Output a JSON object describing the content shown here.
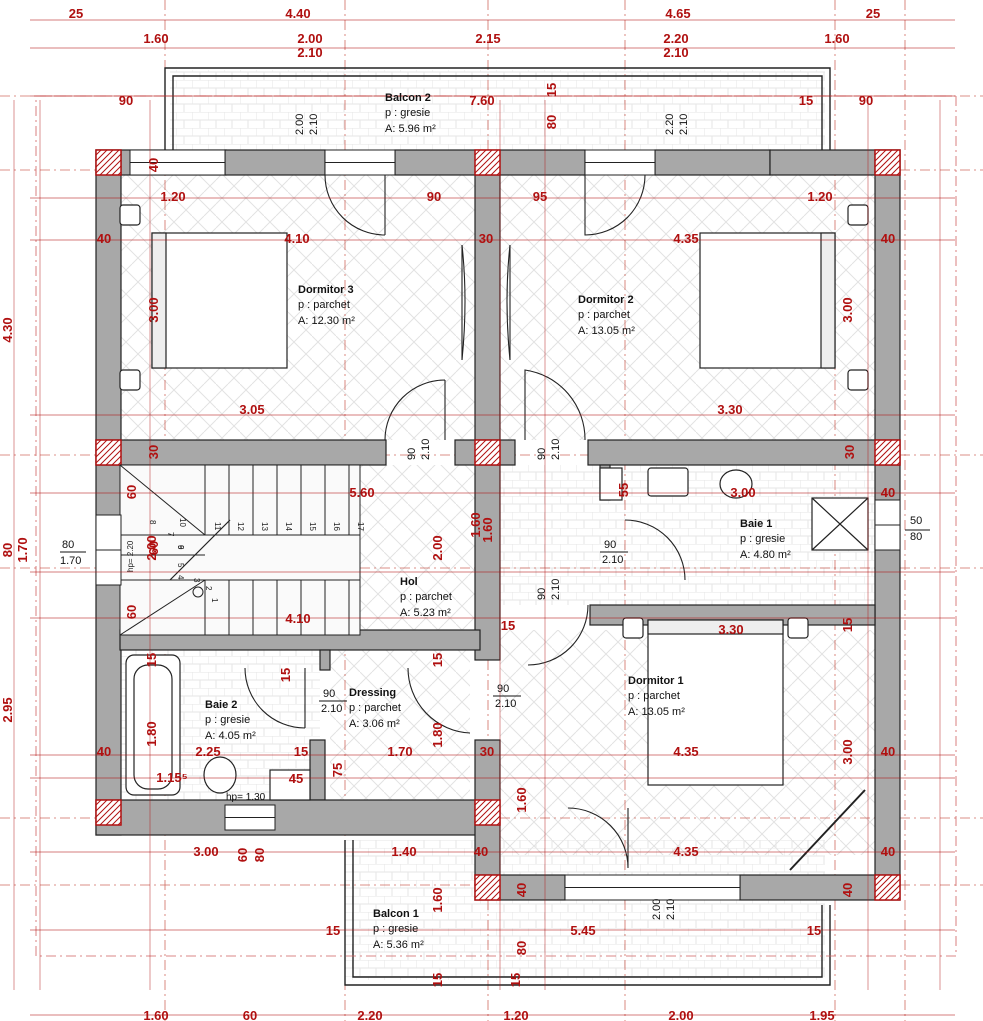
{
  "colors": {
    "dimension": "#b01010",
    "wall_fill": "#a8a8a8",
    "wall_stroke": "#222222",
    "column_hatch": "#b01010",
    "floor_pattern": "#e4e4e4"
  },
  "rooms": [
    {
      "name": "Balcon 2",
      "floor": "p : gresie",
      "area": "A: 5.96 m²"
    },
    {
      "name": "Dormitor 3",
      "floor": "p : parchet",
      "area": "A: 12.30 m²"
    },
    {
      "name": "Dormitor 2",
      "floor": "p : parchet",
      "area": "A: 13.05 m²"
    },
    {
      "name": "Baie 1",
      "floor": "p : gresie",
      "area": "A: 4.80 m²"
    },
    {
      "name": "Hol",
      "floor": "p : parchet",
      "area": "A: 5.23 m²"
    },
    {
      "name": "Baie 2",
      "floor": "p : gresie",
      "area": "A: 4.05 m²"
    },
    {
      "name": "Dressing",
      "floor": "p : parchet",
      "area": "A: 3.06 m²"
    },
    {
      "name": "Dormitor 1",
      "floor": "p : parchet",
      "area": "A: 13.05 m²"
    },
    {
      "name": "Balcon 1",
      "floor": "p : gresie",
      "area": "A: 5.36 m²"
    }
  ],
  "window_labels": [
    {
      "top": "2.00",
      "bottom": "2.10"
    },
    {
      "top": "2.20",
      "bottom": "2.10"
    },
    {
      "top": "90",
      "bottom": "2.10"
    },
    {
      "top": "90",
      "bottom": "2.10"
    },
    {
      "top": "90",
      "bottom": "2.10"
    },
    {
      "top": "90",
      "bottom": "2.10"
    },
    {
      "top": "90",
      "bottom": "2.10"
    },
    {
      "top": "90",
      "bottom": "2.10"
    },
    {
      "top": "2.00",
      "bottom": "2.10"
    }
  ],
  "dimensions": {
    "top_row_1": [
      "25",
      "4.40",
      "4.65",
      "25"
    ],
    "top_row_2": [
      "1.60",
      "2.00",
      "2.15",
      "2.20",
      "1.60"
    ],
    "top_row_3": [
      "2.10",
      "2.10"
    ],
    "bottom_row": [
      "1.60",
      "60",
      "2.20",
      "1.20",
      "2.00",
      "1.95"
    ],
    "left_vertical": [
      "4.30",
      "1.70",
      "80",
      "2.95"
    ],
    "interior": [
      "90",
      "7.60",
      "15",
      "90",
      "15",
      "80",
      "40",
      "1.20",
      "90",
      "95",
      "1.20",
      "40",
      "4.10",
      "30",
      "4.35",
      "40",
      "3.00",
      "3.00",
      "3.05",
      "3.30",
      "30",
      "30",
      "60",
      "60",
      "2.00",
      "5.60",
      "1.60",
      "2.00",
      "55",
      "3.00",
      "40",
      "60",
      "4.10",
      "15",
      "3.30",
      "15",
      "15",
      "15",
      "15",
      "1.80",
      "1.80",
      "40",
      "2.25",
      "15",
      "1.70",
      "30",
      "4.35",
      "3.00",
      "40",
      "1.15⁵",
      "45",
      "75",
      "1.60",
      "3.00",
      "1.40",
      "40",
      "4.35",
      "40",
      "40",
      "40",
      "1.60",
      "15",
      "5.45",
      "15",
      "80",
      "15",
      "15",
      "60",
      "80",
      "1.60"
    ]
  },
  "annotations": {
    "hp_window_left": "hp= 2.20",
    "hp_window_bath": "hp= 1.30",
    "left_window_fraction": {
      "top": "80",
      "bottom": "1.70"
    },
    "right_window_fraction": {
      "top": "50",
      "bottom": "80"
    },
    "stair_steps": [
      "1",
      "2",
      "3",
      "4",
      "5",
      "6",
      "7",
      "8",
      "9",
      "10",
      "11",
      "12",
      "13",
      "14",
      "15",
      "16",
      "17"
    ]
  }
}
